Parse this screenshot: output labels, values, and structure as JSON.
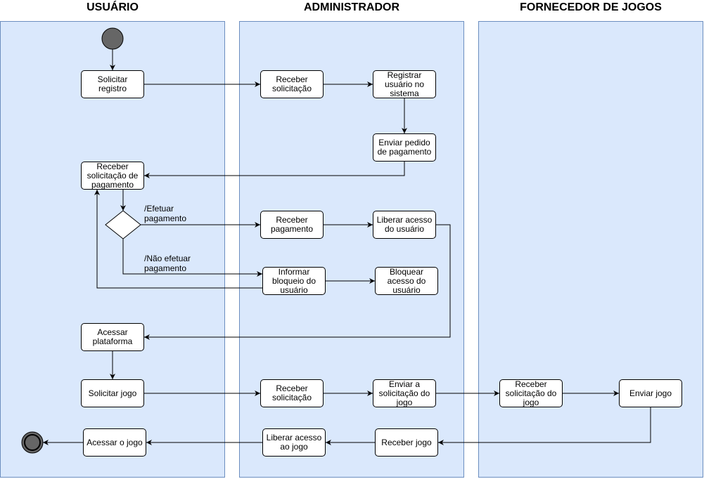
{
  "colors": {
    "lane_fill": "#dae8fc",
    "lane_border": "#6c8ebf",
    "node_fill": "#ffffff",
    "stroke": "#000000",
    "start_node": "#666666"
  },
  "lanes": [
    {
      "title": "USUÁRIO"
    },
    {
      "title": "ADMINISTRADOR"
    },
    {
      "title": "FORNECEDOR DE JOGOS"
    }
  ],
  "nodes": {
    "solicitar_registro": "Solicitar registro",
    "receber_solicitacao_1": "Receber\nsolicitação",
    "registrar_usuario": "Registrar\nusuário no\nsistema",
    "enviar_pedido_pagamento": "Enviar pedido\nde pagamento",
    "receber_solicitacao_pagamento": "Receber\nsolicitação de\npagamento",
    "receber_pagamento": "Receber\npagamento",
    "liberar_acesso_usuario": "Liberar acesso\ndo usuário",
    "informar_bloqueio": "Informar\nbloqueio do\nusuário",
    "bloquear_acesso": "Bloquear\nacesso do\nusuário",
    "acessar_plataforma": "Acessar\nplataforma",
    "solicitar_jogo": "Solicitar jogo",
    "receber_solicitacao_2": "Receber\nsolicitação",
    "enviar_solicitacao_jogo": "Enviar a\nsolicitação do\njogo",
    "receber_solicitacao_jogo": "Receber\nsolicitação do\njogo",
    "enviar_jogo": "Enviar jogo",
    "receber_jogo": "Receber jogo",
    "liberar_acesso_jogo": "Liberar acesso\nao jogo",
    "acessar_jogo": "Acessar o jogo"
  },
  "edge_labels": {
    "efetuar": "/Efetuar\npagamento",
    "nao_efetuar": "/Não efetuar\npagamento"
  }
}
